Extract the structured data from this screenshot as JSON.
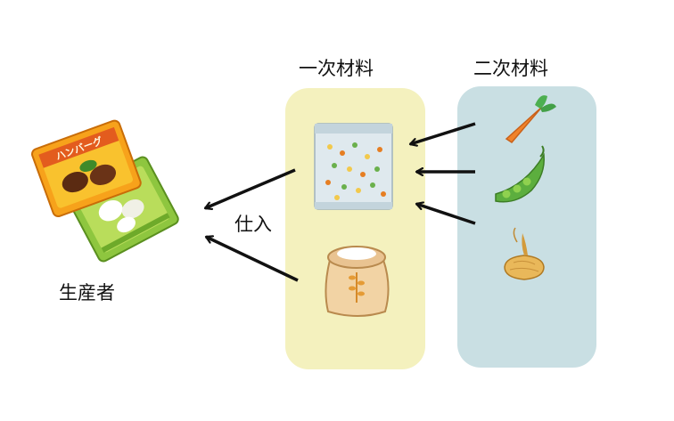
{
  "headers": {
    "primary_materials": "一次材料",
    "secondary_materials": "二次材料"
  },
  "producer": {
    "label": "生産者"
  },
  "purchase": {
    "label": "仕入"
  },
  "hamburg_package": {
    "text": "ハンバーグ"
  },
  "icons": {
    "producer_products": "hamburger-steak-package-icon",
    "primary": [
      "frozen-mixed-vegetables-bag-icon",
      "flour-sack-icon"
    ],
    "secondary": [
      "carrot-icon",
      "pea-pod-icon",
      "onion-icon"
    ]
  },
  "colors": {
    "primary_panel": "#f4f1be",
    "secondary_panel": "#c9dfe3",
    "arrow": "#111111"
  }
}
